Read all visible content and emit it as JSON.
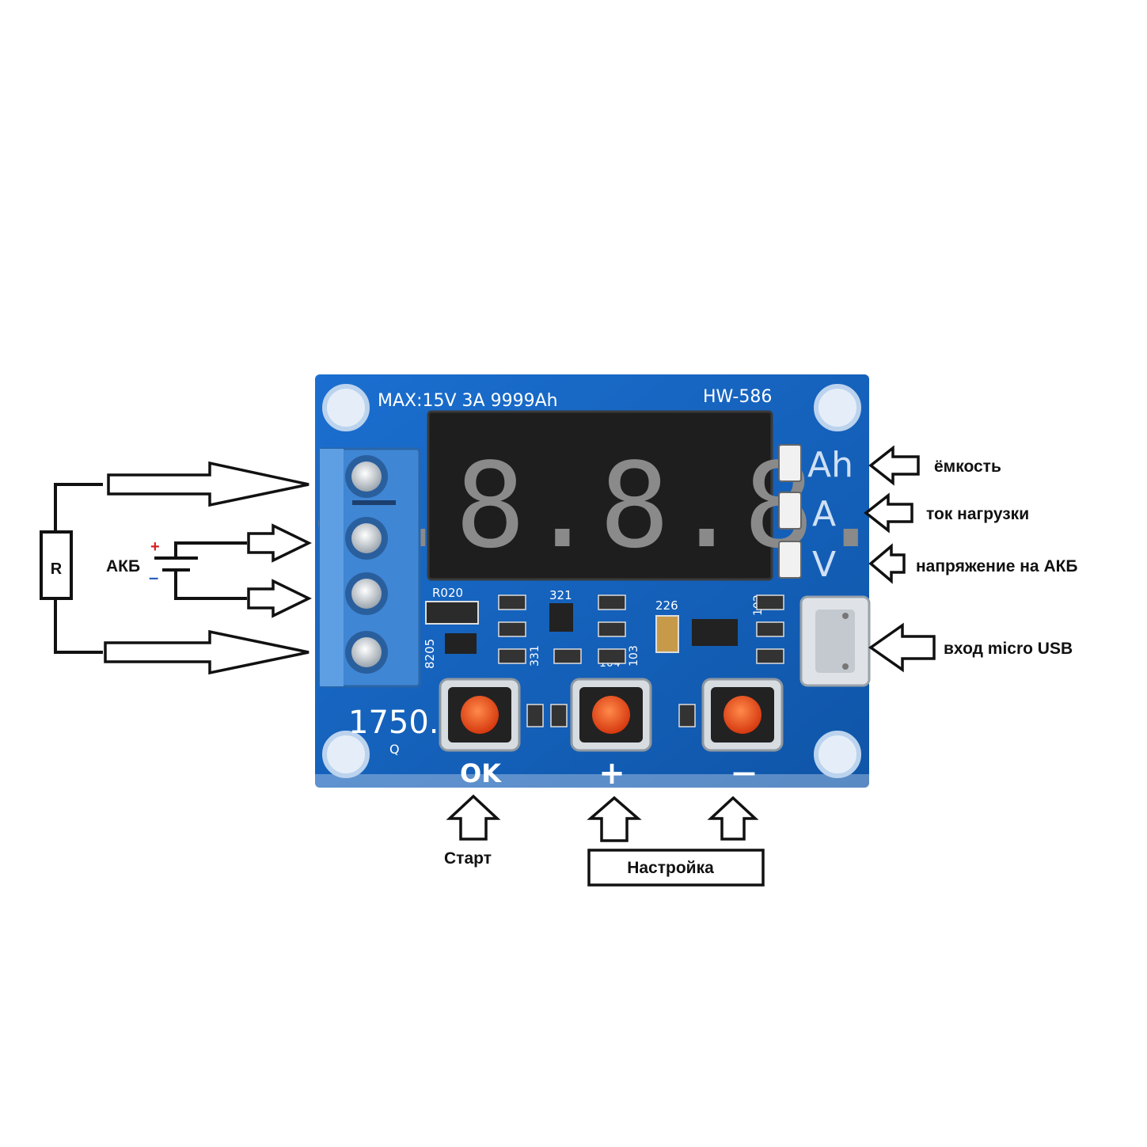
{
  "board": {
    "rating": "MAX:15V 3A 9999Ah",
    "model": "HW-586",
    "display_text": "8.8.8.8.",
    "unit_ah": "Ah",
    "unit_a": "A",
    "unit_v": "V",
    "silk_resistor": "R020",
    "silk_ic": "8205",
    "silk_1750": "1750.",
    "silk_q": "Q",
    "silk_321": "321",
    "silk_226": "226",
    "silk_102": "102",
    "silk_104": "104",
    "silk_103": "103",
    "silk_331": "331",
    "button_ok": "OK",
    "button_plus": "+",
    "button_minus": "—"
  },
  "labels": {
    "capacity": "ёмкость",
    "load_current": "ток нагрузки",
    "battery_voltage": "напряжение на АКБ",
    "usb_input": "вход micro USB",
    "start": "Старт",
    "setup": "Настройка",
    "battery": "АКБ",
    "resistor": "R",
    "plus": "+",
    "minus": "–"
  },
  "colors": {
    "pcb": "#1565c0",
    "terminal": "#3f86d4",
    "display_bg": "#1e1e1e",
    "button_cap": "#e8471c",
    "plus_sign": "#d62020",
    "minus_sign": "#2e5fbf"
  }
}
